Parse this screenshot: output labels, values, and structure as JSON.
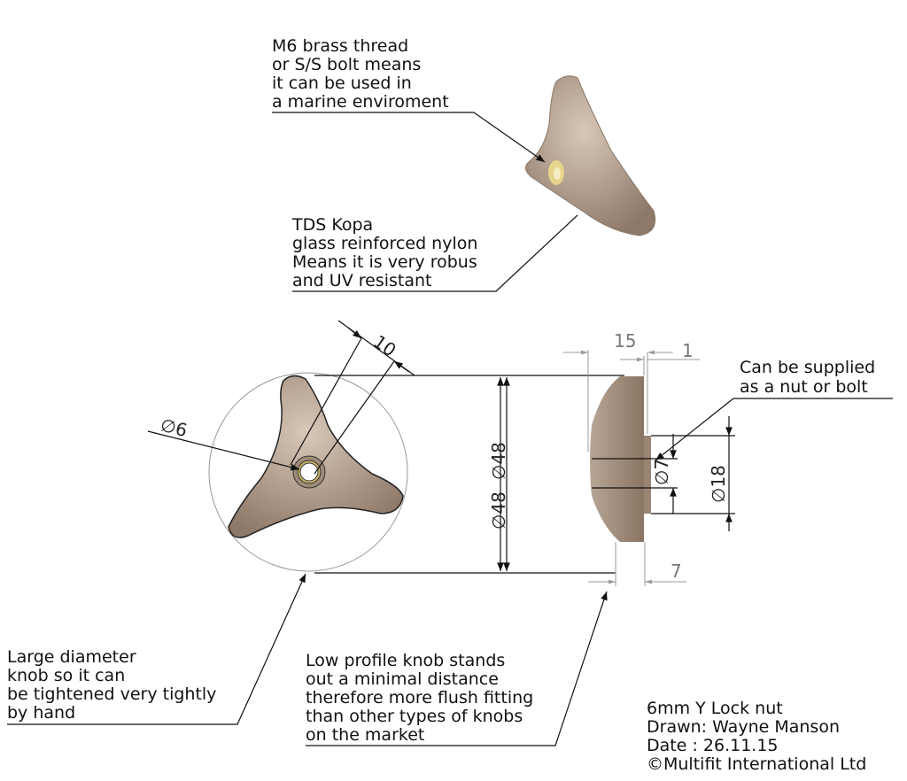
{
  "annotations": {
    "thread_note": [
      "M6 brass thread",
      "or S/S bolt means",
      "it can be used in",
      "a marine enviroment"
    ],
    "material_note": [
      "TDS Kopa",
      "glass reinforced nylon",
      "Means it is very robus",
      "and UV resistant"
    ],
    "supply_note": [
      "Can be supplied",
      "as a nut or bolt"
    ],
    "diameter_note": [
      "Large diameter",
      "knob so it can",
      "be tightened very tightly",
      "by hand"
    ],
    "profile_note": [
      "Low profile knob stands",
      "out a minimal distance",
      "therefore more flush fitting",
      "than other types of knobs",
      "on the market"
    ]
  },
  "dimensions": {
    "arm_width": "10",
    "hole_dia": "∅6",
    "outer_dia_1": "∅48",
    "outer_dia_2": "∅48",
    "thickness": "15",
    "step": "1",
    "boss_inner": "∅7",
    "boss_outer": "∅18",
    "boss_height": "7"
  },
  "title_block": {
    "part": "6mm Y Lock nut",
    "drawn": "Drawn: Wayne Manson",
    "date": "Date : 26.11.15",
    "copyright": "©Multifit International Ltd"
  },
  "colors": {
    "body": "#a89483",
    "brass": "#c9b46a"
  }
}
